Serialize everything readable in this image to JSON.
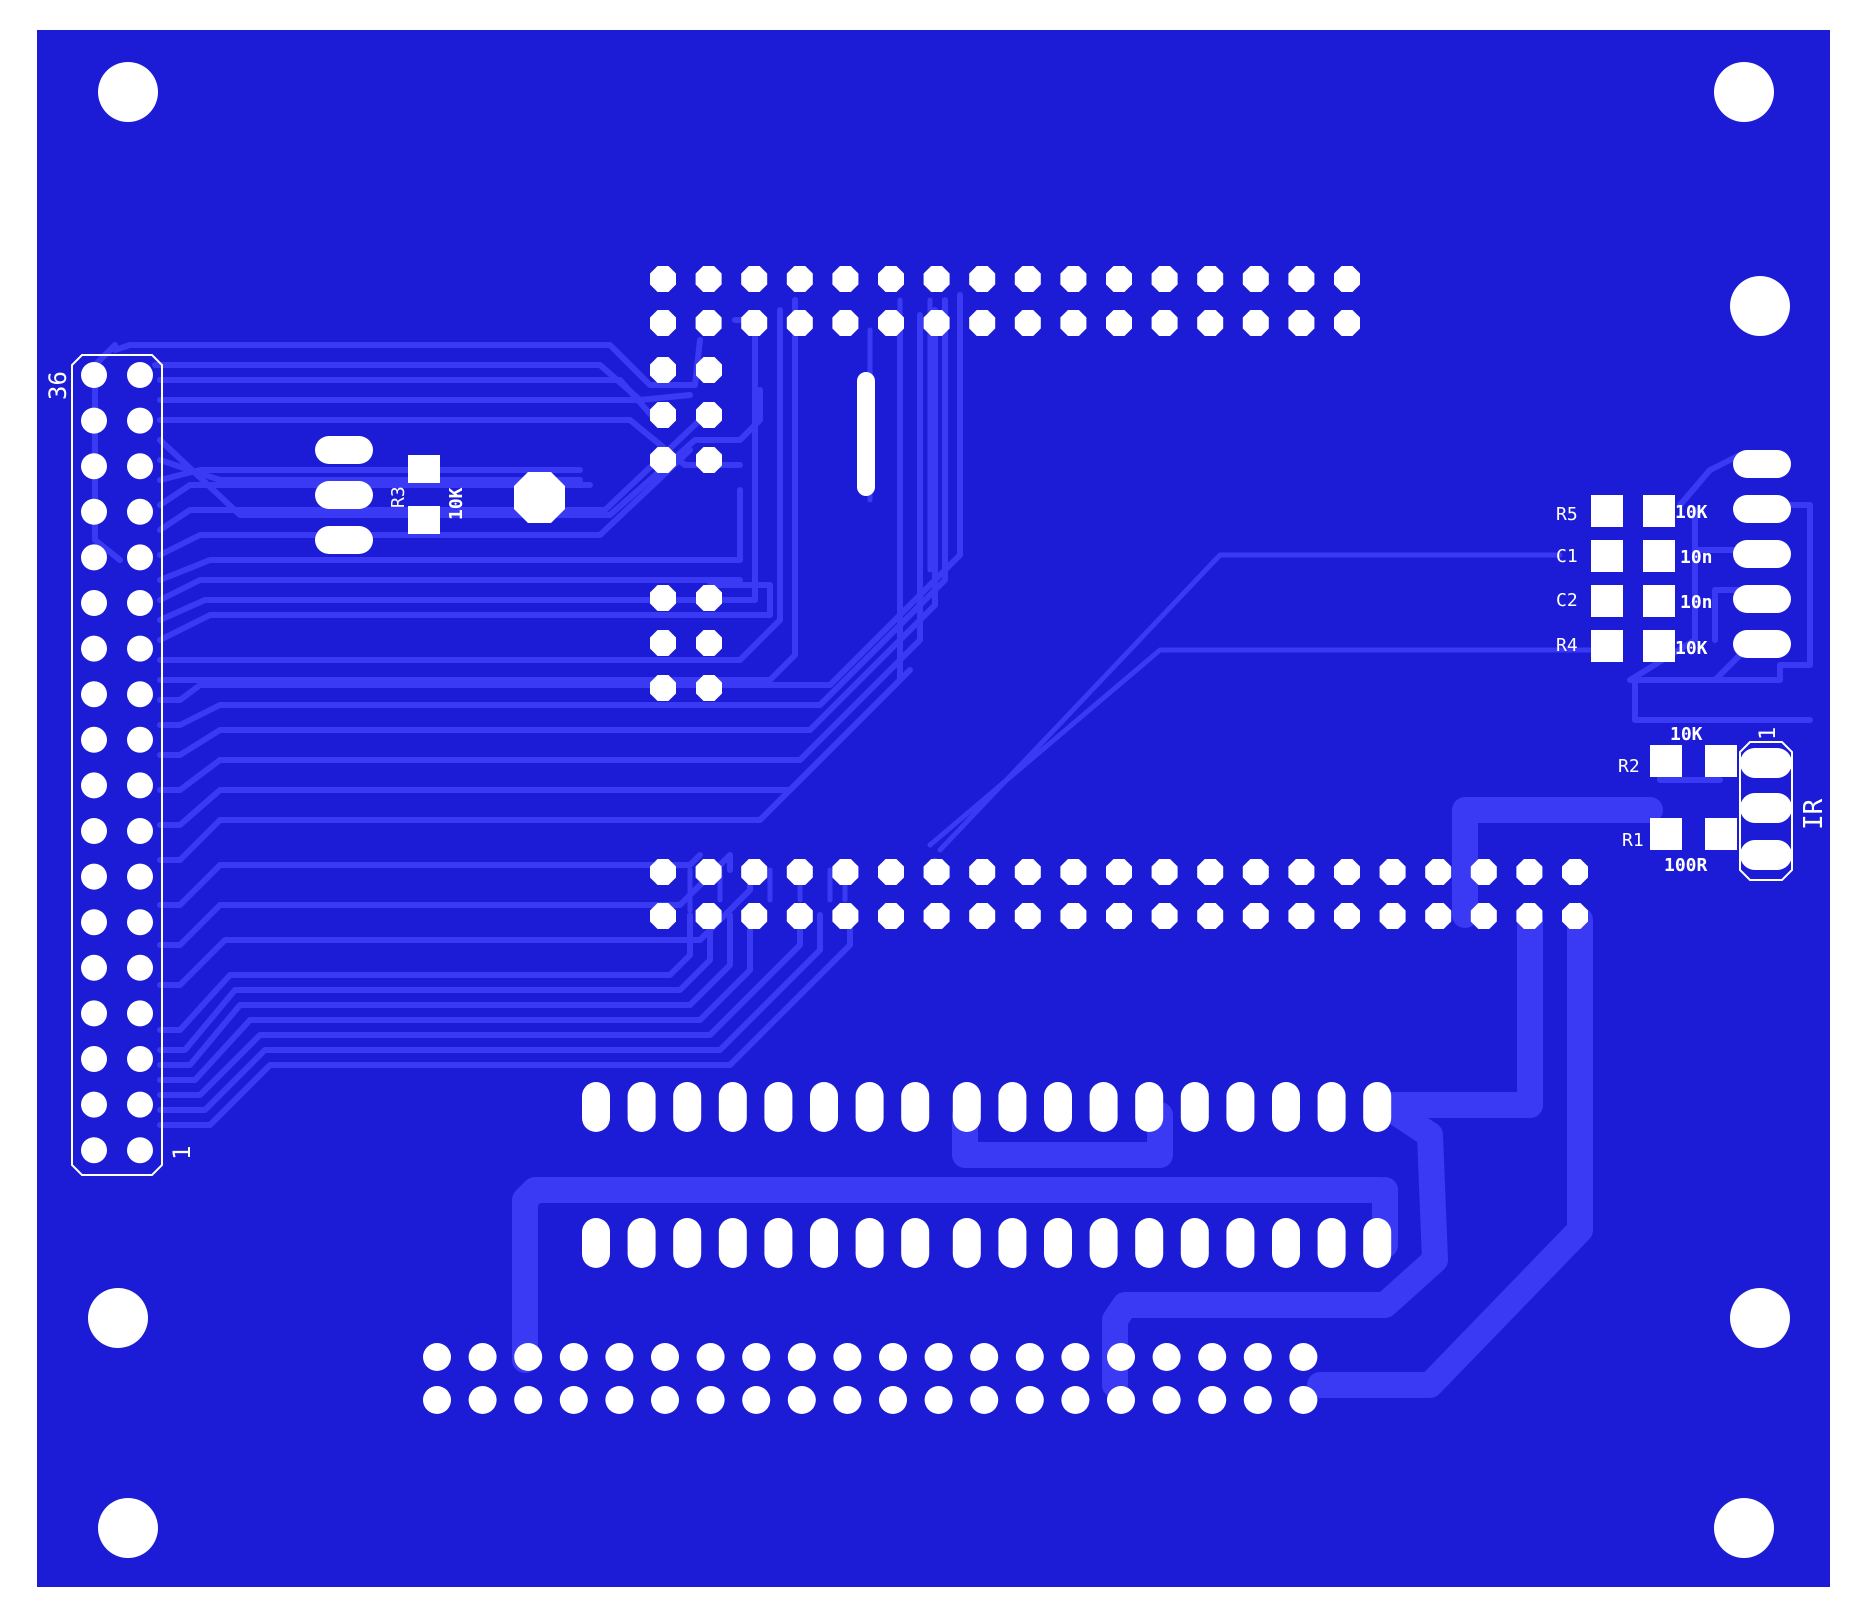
{
  "colors": {
    "substrate": "#1c1cd6",
    "trace": "#3a3af5",
    "pad": "#ffffff",
    "background": "#ffffff"
  },
  "header": {
    "pin_first": "1",
    "pin_last": "36"
  },
  "components": {
    "R1": {
      "ref": "R1",
      "value": "100R"
    },
    "R2": {
      "ref": "R2",
      "value": "10K"
    },
    "R3": {
      "ref": "R3",
      "value": "10K"
    },
    "R4": {
      "ref": "R4",
      "value": "10K"
    },
    "R5": {
      "ref": "R5",
      "value": "10K"
    },
    "C1": {
      "ref": "C1",
      "value": "10n"
    },
    "C2": {
      "ref": "C2",
      "value": "10n"
    }
  },
  "ir": {
    "label": "IR",
    "pin1": "1"
  }
}
